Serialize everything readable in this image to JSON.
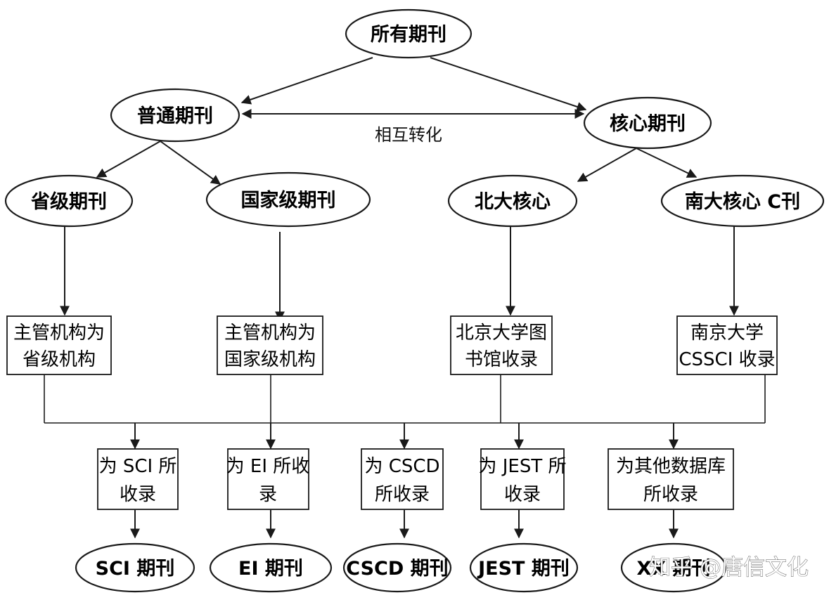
{
  "root": "所有期刊",
  "level1": {
    "left": "普通期刊",
    "right": "核心期刊",
    "relation": "相互转化"
  },
  "level2": [
    "省级期刊",
    "国家级期刊",
    "北大核心",
    "南大核心 C刊"
  ],
  "criteria": [
    [
      "主管机构为",
      "省级机构"
    ],
    [
      "主管机构为",
      "国家级机构"
    ],
    [
      "北京大学图",
      "书馆收录"
    ],
    [
      "南京大学",
      "CSSCI 收录"
    ]
  ],
  "indexed_by": [
    [
      "为 SCI 所",
      "收录"
    ],
    [
      "为 EI 所收",
      "录"
    ],
    [
      "为 CSCD",
      "所收录"
    ],
    [
      "为 JEST 所",
      "收录"
    ],
    [
      "为其他数据库",
      "所收录"
    ]
  ],
  "outcomes": [
    "SCI 期刊",
    "EI 期刊",
    "CSCD 期刊",
    "JEST 期刊",
    "XX 期刊"
  ],
  "watermark": "知乎 @唐信文化"
}
